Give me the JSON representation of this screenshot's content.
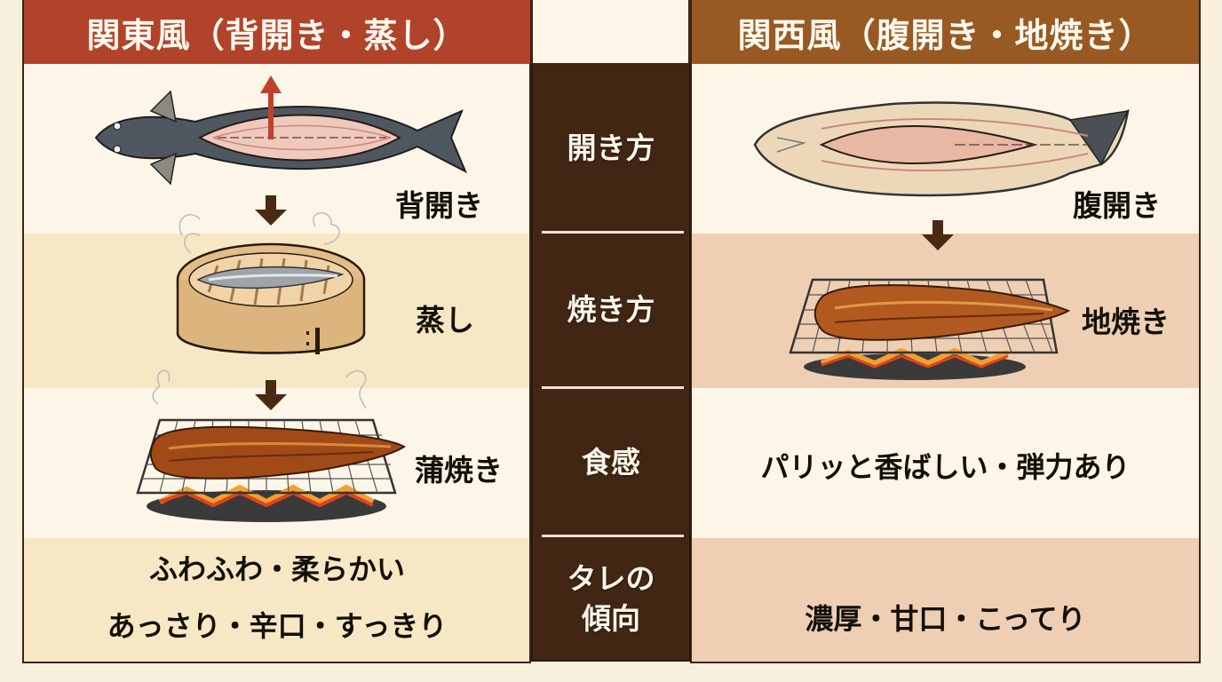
{
  "headers": {
    "left": "関東風（背開き・蒸し）",
    "right": "関西風（腹開き・地焼き）"
  },
  "categories": [
    {
      "label_line1": "開き方",
      "label_line2": ""
    },
    {
      "label_line1": "焼き方",
      "label_line2": ""
    },
    {
      "label_line1": "食感",
      "label_line2": ""
    },
    {
      "label_line1": "タレの",
      "label_line2": "傾向"
    }
  ],
  "kanto": {
    "cut": {
      "label": "背開き",
      "illustration": "eel-split-from-back-icon"
    },
    "steam": {
      "label": "蒸し",
      "illustration": "bamboo-steamer-icon"
    },
    "grill": {
      "label": "蒲焼き",
      "illustration": "grilled-eel-on-charcoal-icon"
    },
    "texture": "ふわふわ・柔らかい",
    "sauce": "あっさり・辛口・すっきり"
  },
  "kansai": {
    "cut": {
      "label": "腹開き",
      "illustration": "eel-split-from-belly-icon"
    },
    "grill": {
      "label": "地焼き",
      "illustration": "grilled-eel-on-charcoal-icon"
    },
    "texture": "パリッと香ばしい・弾力あり",
    "sauce": "濃厚・甘口・こってり"
  },
  "colors": {
    "kanto_header": "#b0432a",
    "kansai_header": "#985a22",
    "center_column": "#412614",
    "kanto_band": "#f6e8c4",
    "kansai_band": "#efcfb4",
    "paper": "#fdf6e8",
    "arrow_dark": "#4a2a14",
    "arrow_red": "#c0402c"
  }
}
